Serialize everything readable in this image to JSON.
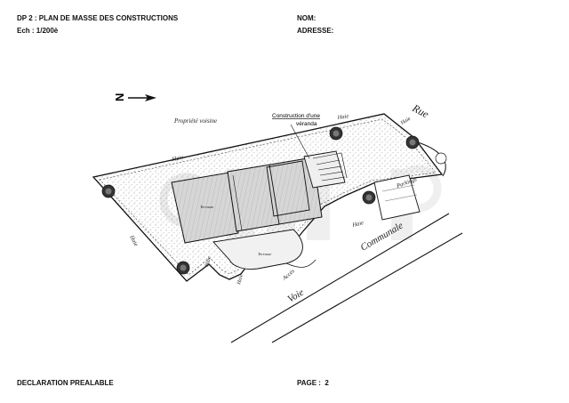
{
  "header": {
    "title": "DP 2 : PLAN DE MASSE DES CONSTRUCTIONS",
    "scale": "Ech : 1/200è",
    "nom_label": "NOM:",
    "adresse_label": "ADRESSE:"
  },
  "footer": {
    "left": "DECLARATION PREALABLE",
    "page_label": "PAGE :",
    "page_number": "2"
  },
  "plan": {
    "north_letter": "N",
    "labels": {
      "propriete_voisine": "Propriété voisine",
      "construction_line1": "Construction d'une",
      "construction_line2": "véranda",
      "haie_top": "Haie",
      "haie_top_right": "Haie",
      "haie_left_top": "Haie",
      "haie_left_side": "Haie",
      "haie_bottom_a": "Haie",
      "haie_bottom_b": "Haie",
      "haie_right": "Haie",
      "rue": "Rue",
      "parkings": "Parkings",
      "communale": "Communale",
      "voie": "Voie",
      "acces": "Accès",
      "terrasse_upper": "Terrasse",
      "terrasse_lower": "Terrasse"
    }
  },
  "colors": {
    "line": "#1a1a1a",
    "hatch": "#8a8a8a",
    "roof": "#d4d4d4",
    "terrace": "#eeeeee",
    "watermark": "#d9d9d9"
  }
}
